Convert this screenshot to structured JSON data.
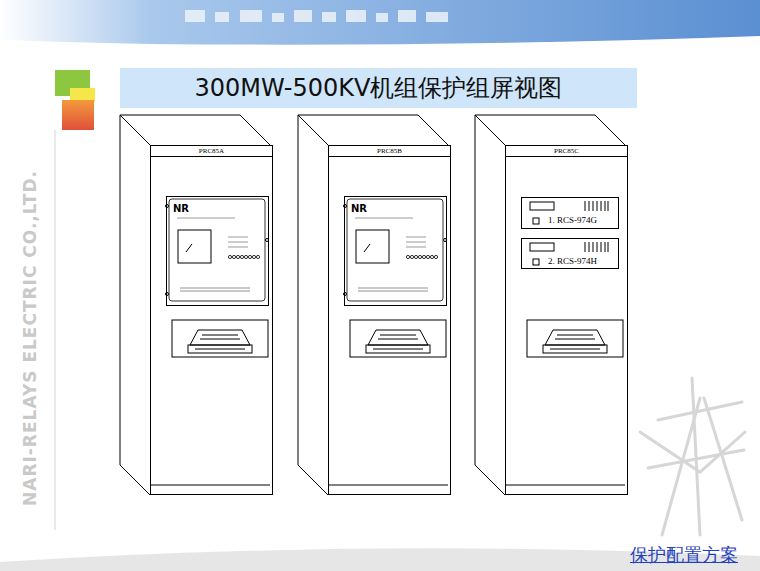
{
  "diagram": {
    "title": "300MW-500KV机组保护组屏视图",
    "nodes": [
      {
        "text": [
          "PRC85A"
        ]
      },
      {
        "text": [
          "NR"
        ],
        "in": 0
      },
      {
        "text": [
          "PRC85B"
        ]
      },
      {
        "text": [
          "NR"
        ],
        "in": 2
      },
      {
        "text": [
          "PRC85C"
        ]
      },
      {
        "text": [
          "1. RCS-974G"
        ],
        "in": 4
      },
      {
        "text": [
          "2. RCS-974H"
        ],
        "in": 4
      }
    ],
    "labels": [
      "NARI-RELAYS ELECTRIC CO.,LTD.",
      "保护配置方案"
    ]
  }
}
